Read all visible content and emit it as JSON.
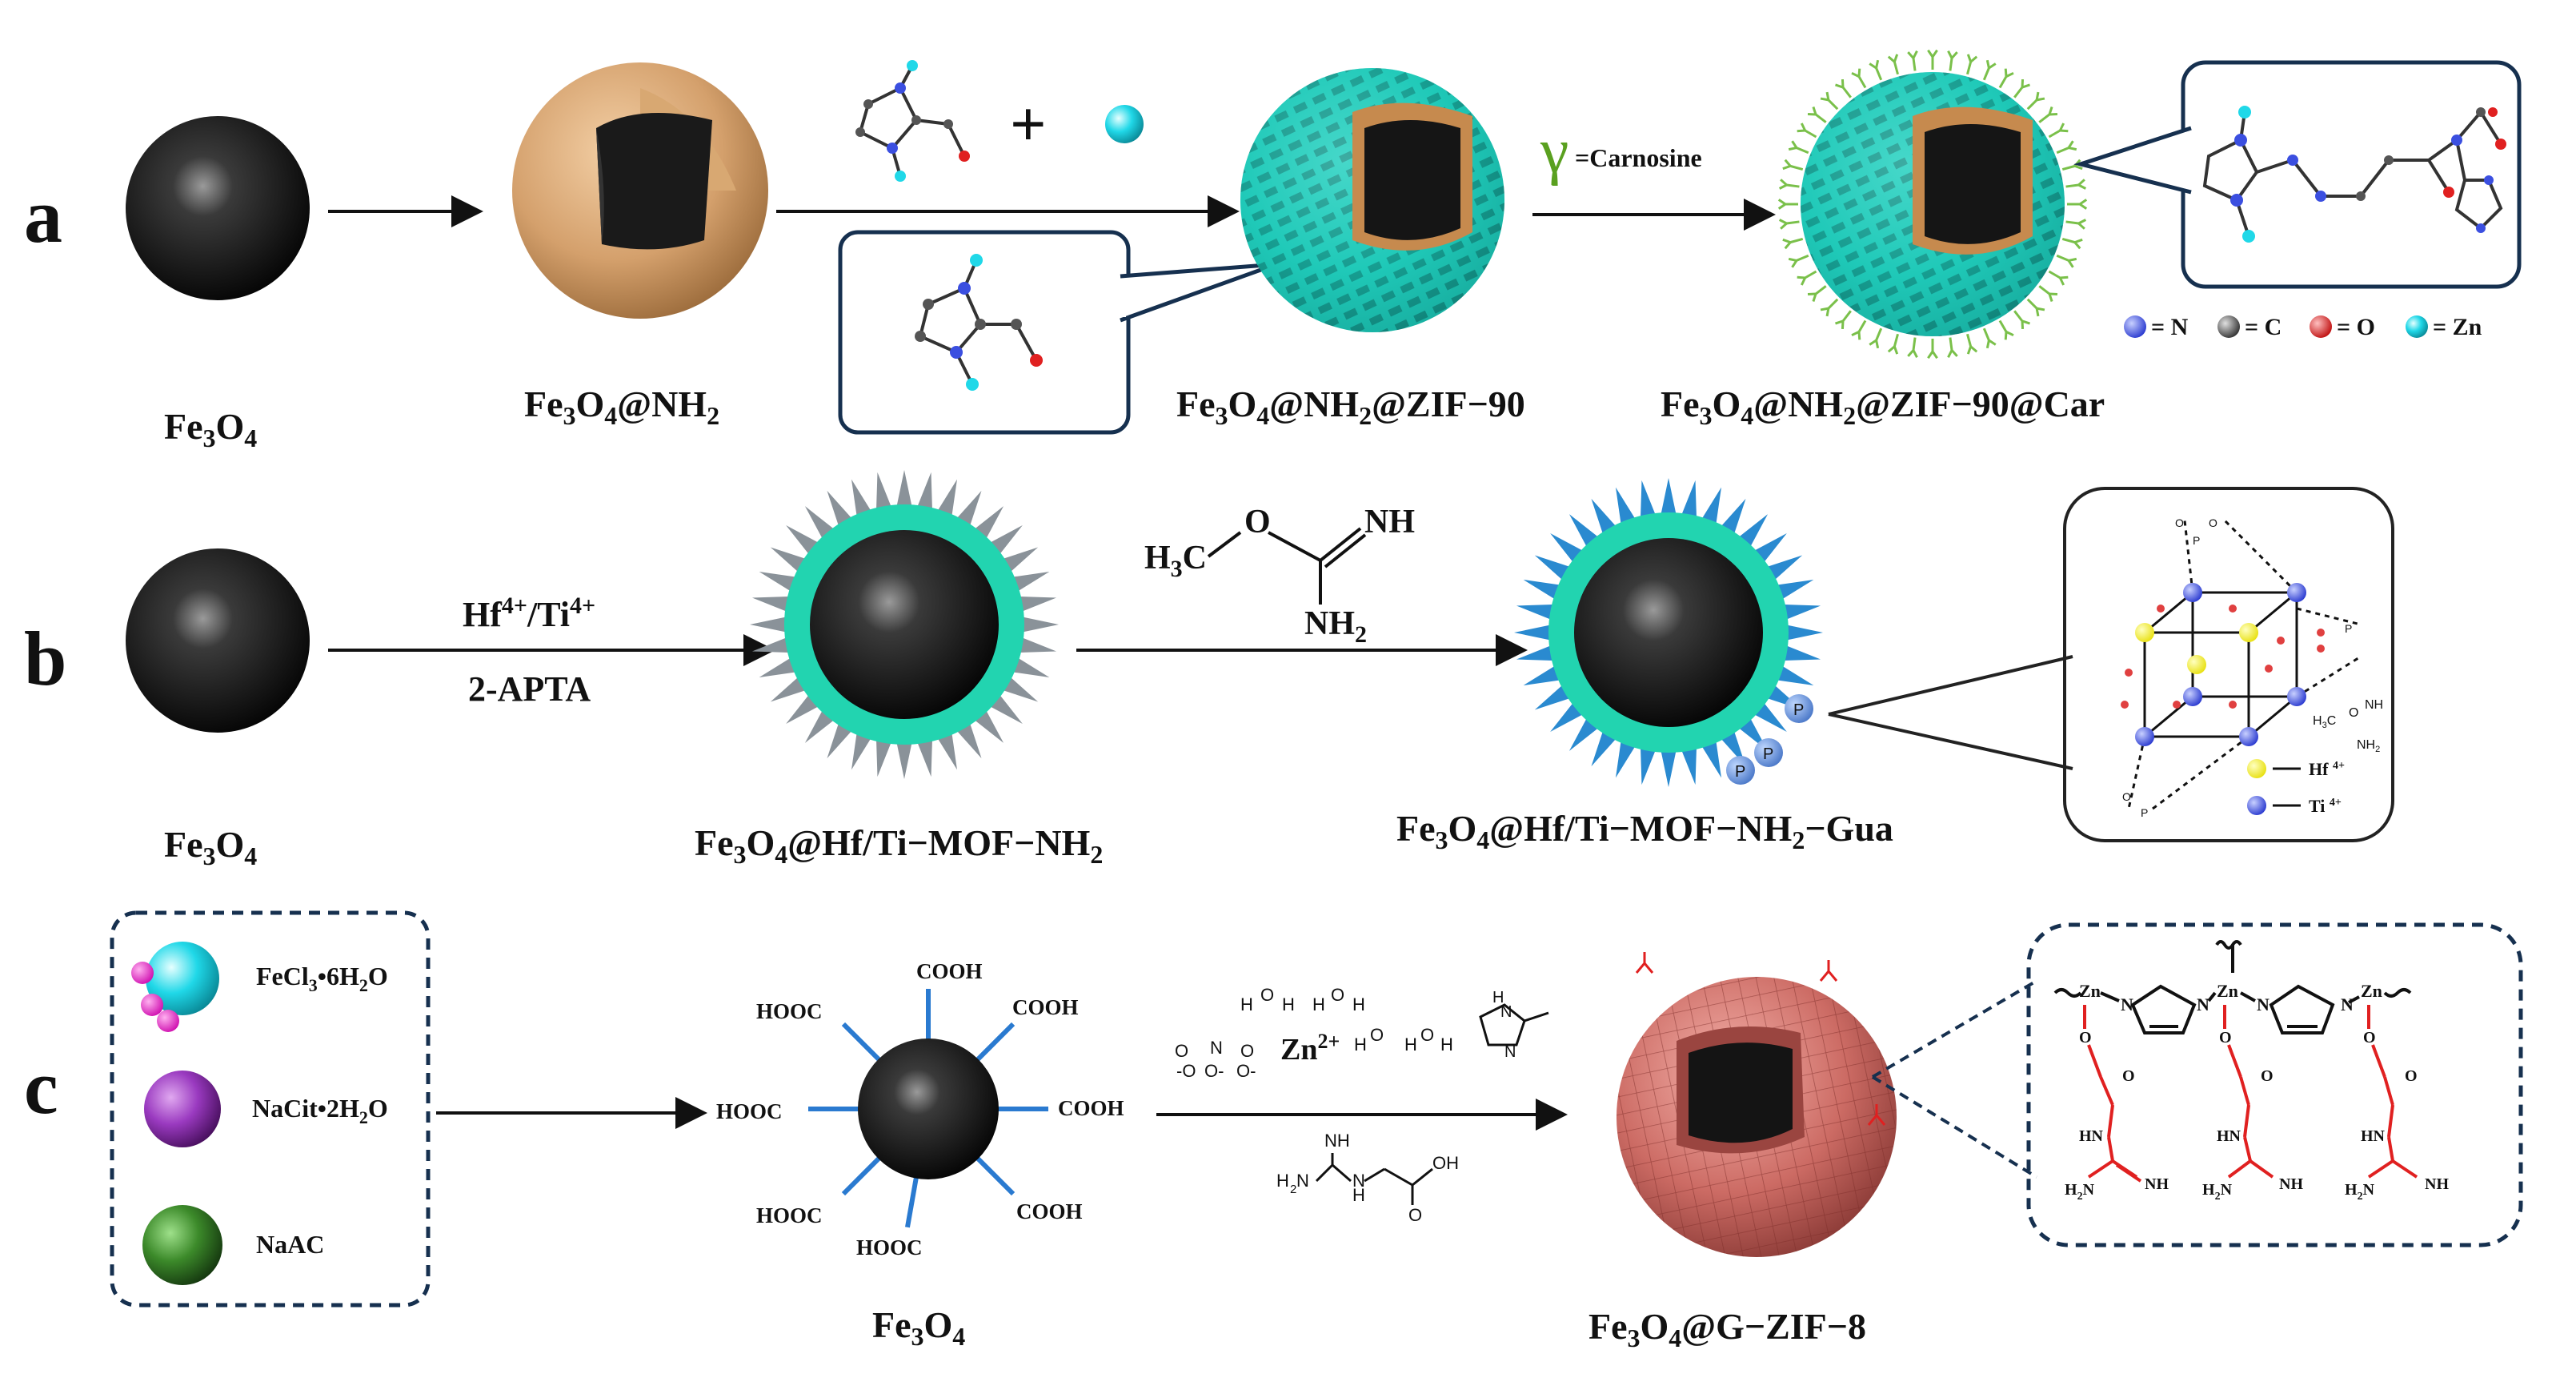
{
  "panels": {
    "a": {
      "letter": "a",
      "fe3o4": "Fe3O4",
      "fe3o4_nh2": "Fe3O4@NH2",
      "zif90": "Fe3O4@NH2@ZIF−90",
      "car": "Fe3O4@NH2@ZIF−90@Car",
      "plus": "+",
      "gamma": "γ",
      "carnosine": "=Carnosine",
      "legend": [
        {
          "label": "= N",
          "color": "#3b4fe0"
        },
        {
          "label": "= C",
          "color": "#555555"
        },
        {
          "label": "= O",
          "color": "#e02020"
        },
        {
          "label": "= Zn",
          "color": "#20d8e8"
        }
      ]
    },
    "b": {
      "letter": "b",
      "fe3o4": "Fe3O4",
      "reagent1": "Hf4+/Ti4+",
      "reagent2": "2-APTA",
      "mof": "Fe3O4@Hf/Ti−MOF−NH2",
      "gua": "Fe3O4@Hf/Ti−MOF−NH2−Gua",
      "mol_h3c": "H3C",
      "mol_o": "O",
      "mol_nh": "NH",
      "mol_nh2": "NH2",
      "p_label": "P",
      "inset_hf": "Hf 4+",
      "inset_ti": "Ti 4+",
      "inset_h3c": "H3C",
      "inset_o": "O",
      "inset_nh": "NH",
      "inset_nh2": "NH2"
    },
    "c": {
      "letter": "c",
      "fecl3": "FeCl3•6H2O",
      "nacit": "NaCit•2H2O",
      "naac": "NaAC",
      "fe3o4": "Fe3O4",
      "cooh": "COOH",
      "hooc": "HOOC",
      "zn": "Zn2+",
      "final": "Fe3O4@G−ZIF−8",
      "zn_label": "Zn",
      "n_label": "N",
      "o_label": "O",
      "nh_label": "NH",
      "h2n_label": "H2N",
      "hn_label": "HN",
      "oh_label": "OH"
    }
  },
  "colors": {
    "core": "#111111",
    "shell_tan": "#d9a877",
    "zif_teal": "#1fc9b8",
    "mof_teal": "#22d4b0",
    "spike_grey": "#8a9299",
    "spike_blue": "#2a8ad0",
    "zif8_red": "#c9635e",
    "guanidine_red": "#e02020",
    "inset_border": "#16304f"
  }
}
